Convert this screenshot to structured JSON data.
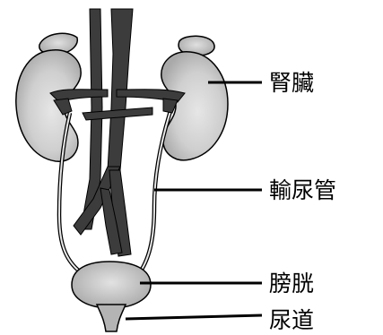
{
  "labels": {
    "kidney": "腎臟",
    "ureter": "輸尿管",
    "bladder": "膀胱",
    "urethra": "尿道"
  },
  "colors": {
    "organ_fill": "#c6c6c6",
    "organ_light": "#e4e4e4",
    "vessel": "#3c3c3c",
    "outline": "#000000",
    "background": "#ffffff"
  }
}
